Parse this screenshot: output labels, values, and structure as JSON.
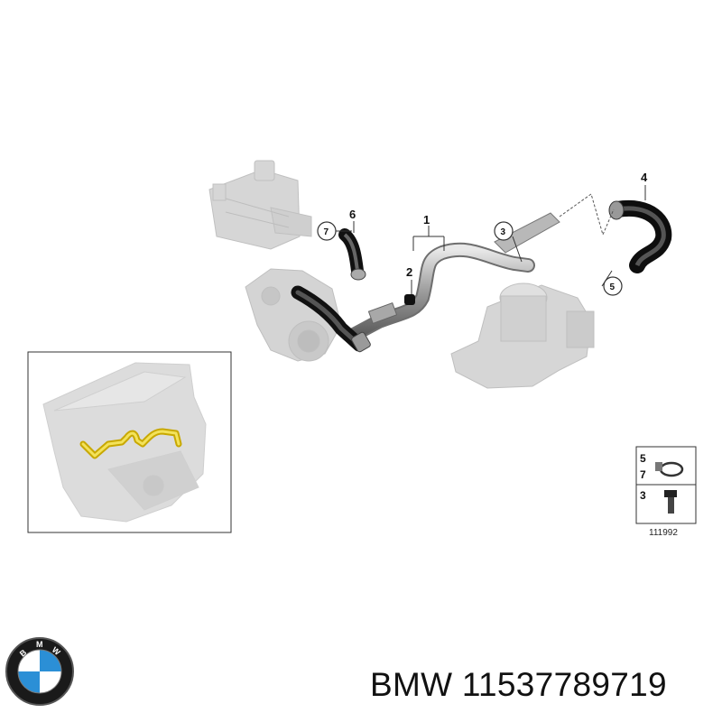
{
  "diagram": {
    "callouts": {
      "part_1": "1",
      "part_2": "2",
      "part_3": "3",
      "part_4": "4",
      "part_5": "5",
      "part_6": "6",
      "part_7": "7"
    },
    "legend": {
      "row1_top": "5",
      "row1_bottom": "7",
      "row2": "3",
      "code": "111992"
    }
  },
  "logo": {
    "letters": [
      "B",
      "M",
      "W"
    ],
    "colors": {
      "ring": "#1a1a1a",
      "blue": "#2b8fd6",
      "white": "#ffffff"
    }
  },
  "caption": {
    "brand": "BMW",
    "part_number": "11537789719"
  }
}
